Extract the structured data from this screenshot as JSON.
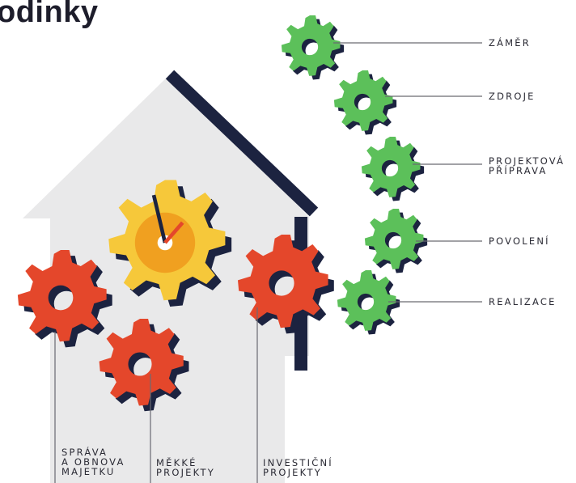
{
  "title": "odinky",
  "colors": {
    "house": "#e9e9ea",
    "roof_edge": "#1c2340",
    "gear_red": "#e4472b",
    "gear_red_shadow": "#1c2340",
    "gear_yellow": "#f6c83a",
    "gear_yellow_center": "#f0a020",
    "gear_green": "#5cc05a",
    "gear_green_shadow": "#1c2340",
    "leader_line": "#6a6a72"
  },
  "process_steps": [
    {
      "label": "ZÁMĚR"
    },
    {
      "label": "ZDROJE"
    },
    {
      "label_lines": [
        "PROJEKTOVÁ",
        "PŘÍPRAVA"
      ]
    },
    {
      "label": "POVOLENÍ"
    },
    {
      "label": "REALIZACE"
    }
  ],
  "project_types": [
    {
      "label_lines": [
        "SPRÁVA",
        "A OBNOVA",
        "MAJETKU"
      ]
    },
    {
      "label_lines": [
        "MĚKKÉ",
        "PROJEKTY"
      ]
    },
    {
      "label_lines": [
        "INVESTIČNÍ",
        "PROJEKTY"
      ]
    }
  ],
  "clock_gear_icon": "clock-gear-icon"
}
